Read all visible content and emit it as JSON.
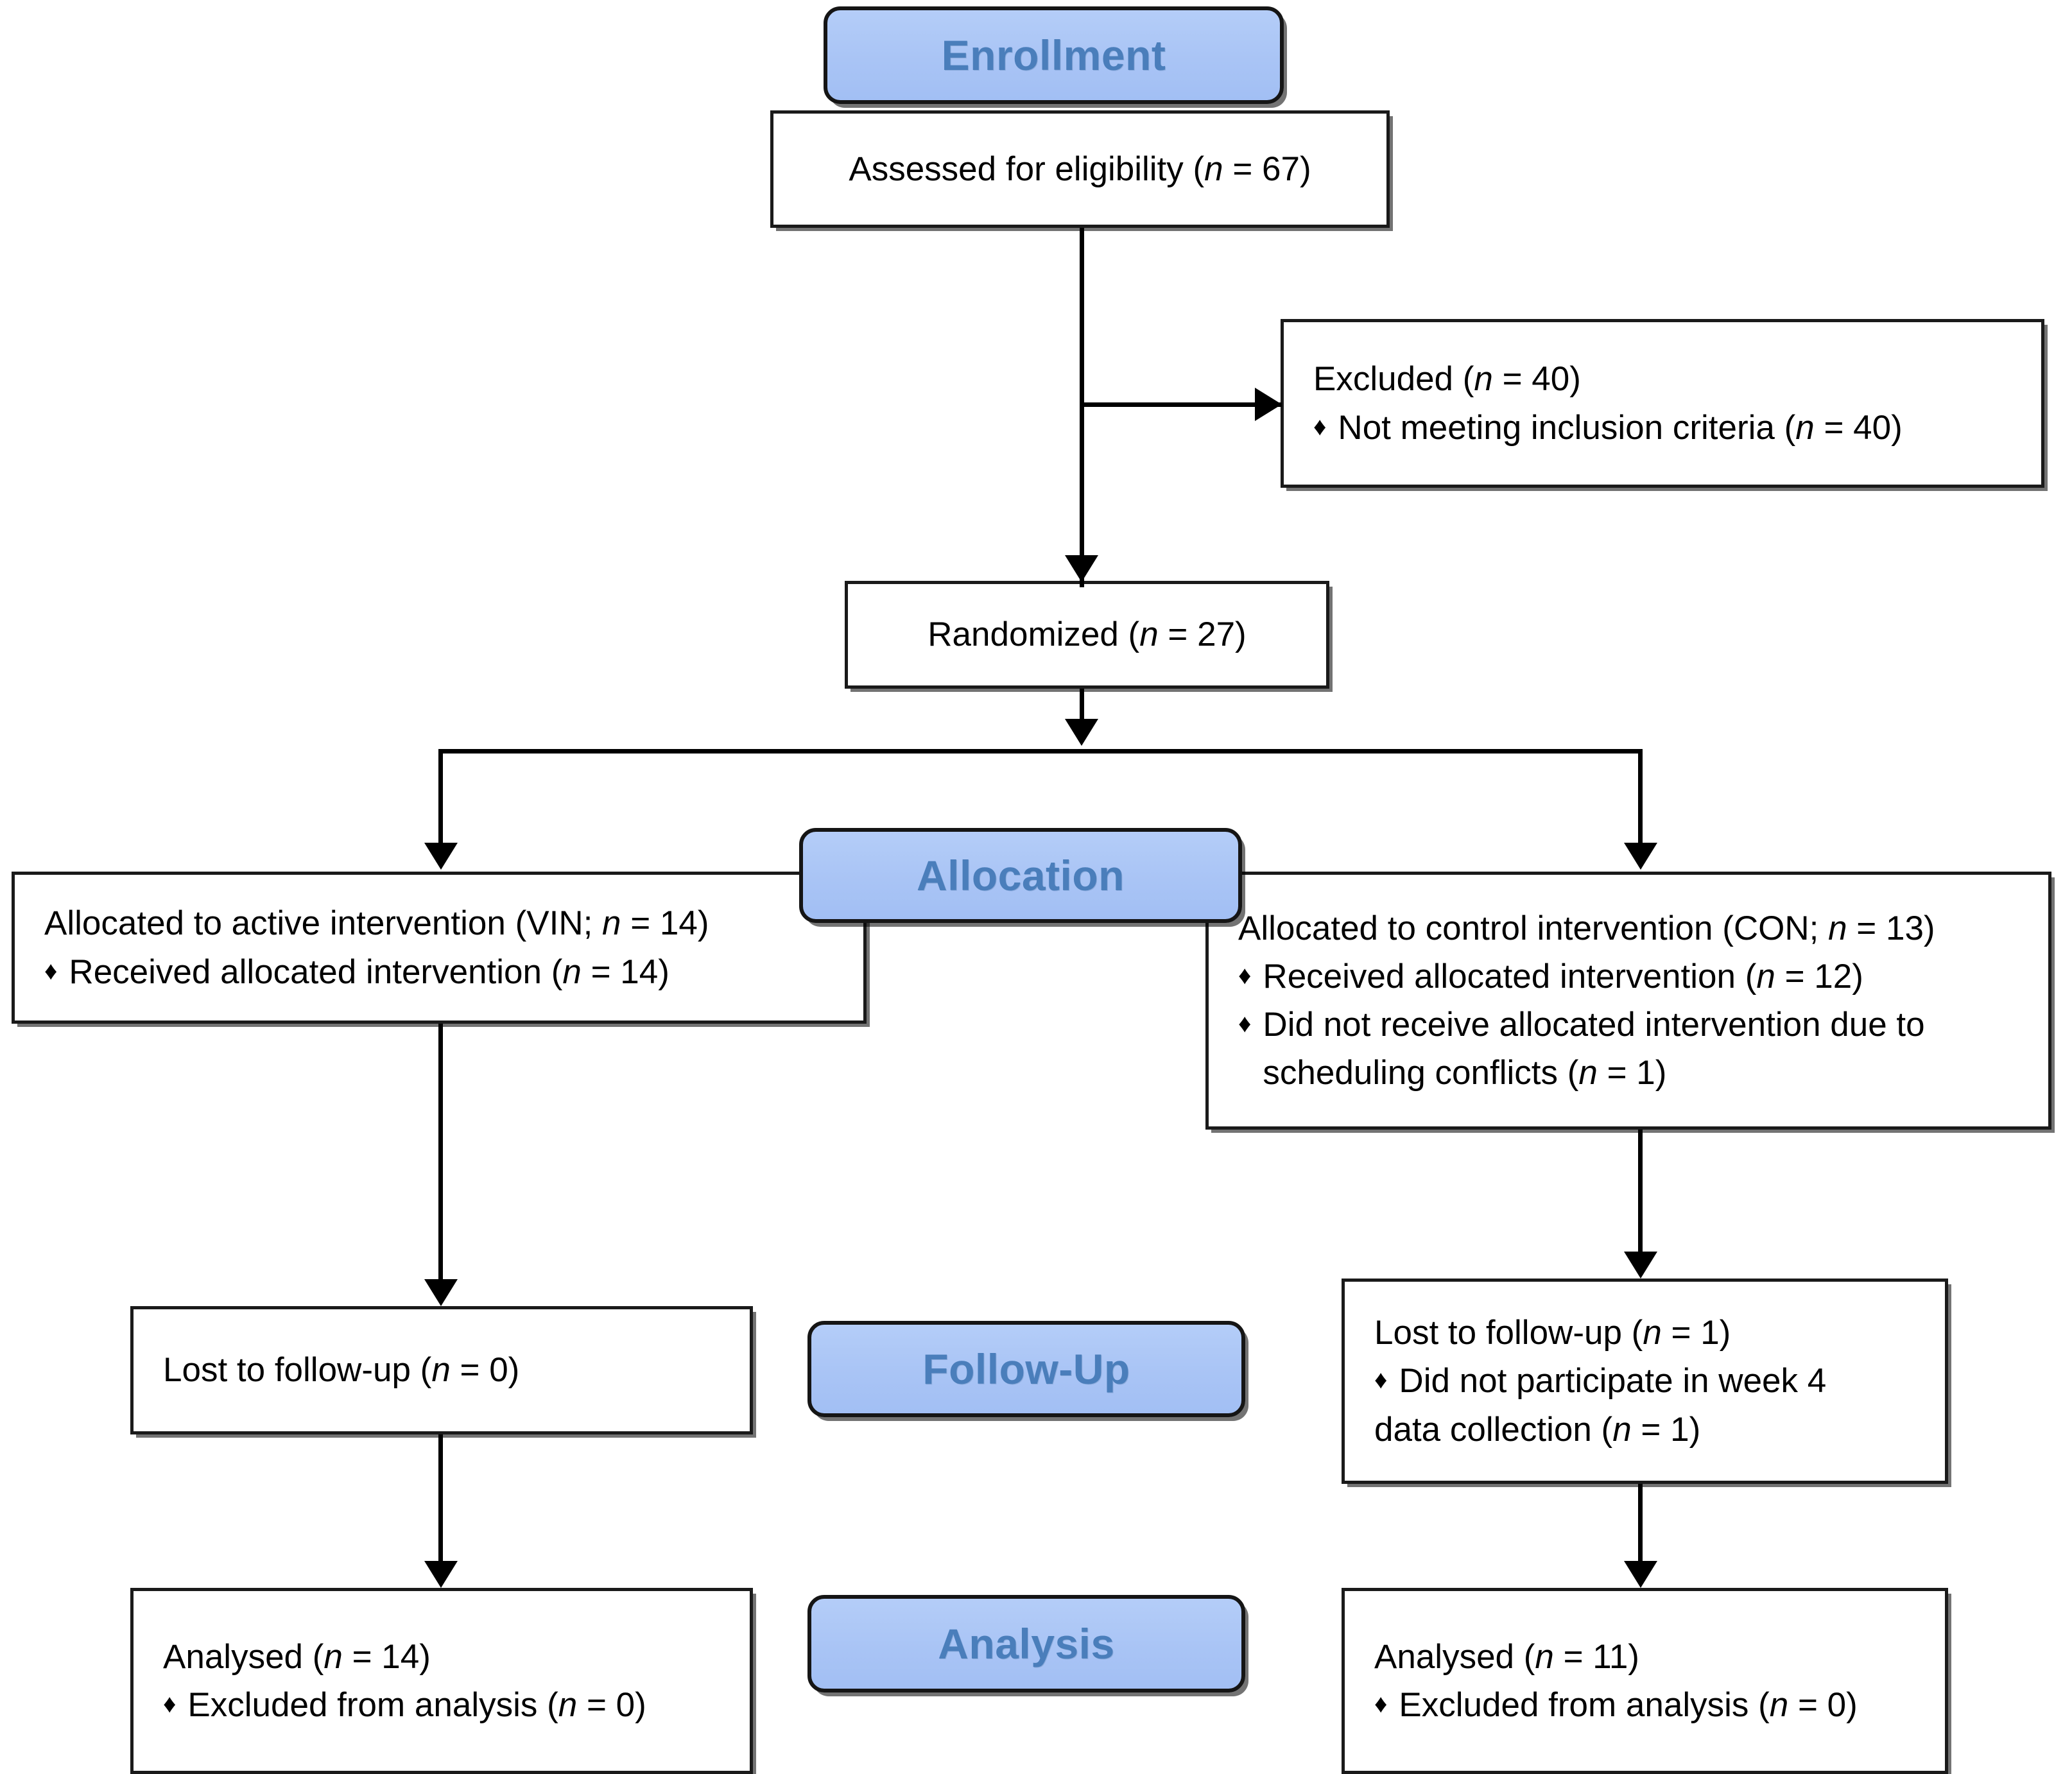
{
  "diagram": {
    "type": "CONSORT flow diagram",
    "stages": [
      {
        "key": "enrollment",
        "label": "Enrollment"
      },
      {
        "key": "allocation",
        "label": "Allocation"
      },
      {
        "key": "followup",
        "label": "Follow-Up"
      },
      {
        "key": "analysis",
        "label": "Analysis"
      }
    ],
    "nodes": {
      "assessed": {
        "text_prefix": "Assessed for eligibility (",
        "n_italic": "n",
        "text_suffix": " = 67)"
      },
      "excluded": {
        "title_prefix": "Excluded (",
        "title_n": "n",
        "title_suffix": " = 40)",
        "bullets": [
          {
            "prefix": "Not meeting inclusion criteria (",
            "n": "n",
            "suffix": " = 40)"
          }
        ]
      },
      "randomized": {
        "text_prefix": "Randomized (",
        "n_italic": "n",
        "text_suffix": " = 27)"
      },
      "allocated_active": {
        "title_prefix": "Allocated to active intervention (VIN; ",
        "title_n": "n",
        "title_suffix": " = 14)",
        "bullets": [
          {
            "prefix": "Received allocated intervention (",
            "n": "n",
            "suffix": " = 14)"
          }
        ]
      },
      "allocated_control": {
        "title_prefix": "Allocated to control intervention (CON; ",
        "title_n": "n",
        "title_suffix": " = 13)",
        "bullets": [
          {
            "prefix": "Received allocated intervention (",
            "n": "n",
            "suffix": " = 12)"
          },
          {
            "prefix": "Did not receive allocated intervention due to scheduling conflicts (",
            "n": "n",
            "suffix": " = 1)"
          }
        ]
      },
      "lost_left": {
        "title_prefix": "Lost to follow-up (",
        "title_n": "n",
        "title_suffix": " = 0)",
        "bullets": []
      },
      "lost_right": {
        "title_prefix": "Lost to follow-up (",
        "title_n": "n",
        "title_suffix": " = 1)",
        "bullet_line1_prefix": "Did not participate in week 4",
        "bullet_line2_prefix": "data collection (",
        "bullet_line2_n": "n",
        "bullet_line2_suffix": " = 1)"
      },
      "analysed_left": {
        "title_prefix": "Analysed (",
        "title_n": "n",
        "title_suffix": " = 14)",
        "bullets": [
          {
            "prefix": "Excluded from analysis (",
            "n": "n",
            "suffix": " = 0)"
          }
        ]
      },
      "analysed_right": {
        "title_prefix": "Analysed (",
        "title_n": "n",
        "title_suffix": " = 11)",
        "bullets": [
          {
            "prefix": "Excluded from analysis (",
            "n": "n",
            "suffix": " = 0)"
          }
        ]
      }
    },
    "colors": {
      "stage_fill": "#A9C4F5",
      "stage_text": "#4A7EBB",
      "box_border": "#1A1A1A",
      "text": "#000000"
    },
    "bullet_glyph": "♦"
  }
}
